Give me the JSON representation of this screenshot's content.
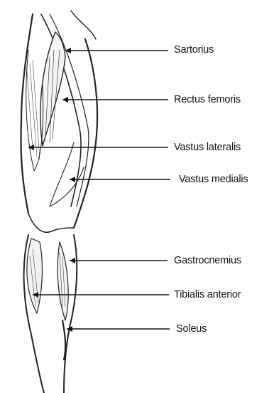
{
  "labels": {
    "sartorius": "Sartorius",
    "rectus_femoris": "Rectus femoris",
    "vastus_lateralis": "Vastus lateralis",
    "vastus_medialis": "Vastus medialis",
    "gastrocnemius": "Gastrocnemius",
    "tibialis_anterior": "Tibialis anterior",
    "soleus": "Soleus"
  }
}
